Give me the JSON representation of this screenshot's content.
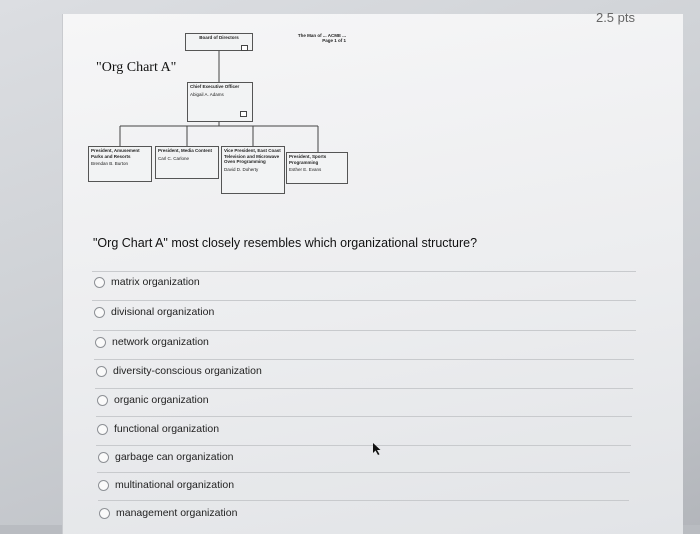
{
  "points": "2.5 pts",
  "chart_title": "\"Org Chart A\"",
  "org_chart": {
    "board": "Board of Directors",
    "corner_note": "The Man of ... ACME ... Page 1 of 1",
    "ceo": {
      "role": "Chief Executive Officer",
      "name": "Abigail A. Adams"
    },
    "divisions": [
      {
        "role": "President, Amusement Parks and Resorts",
        "name": "Brendan B. Burton"
      },
      {
        "role": "President, Media Content",
        "name": "Carl C. Carlone"
      },
      {
        "role": "Vice President, East Coast Television and Microwave Oven Programming",
        "name": "David D. Doherty"
      },
      {
        "role": "President, Sports Programming",
        "name": "Esther E. Evans"
      }
    ]
  },
  "question": "\"Org Chart A\" most closely resembles which organizational structure?",
  "options": [
    "matrix organization",
    "divisional organization",
    "network organization",
    "diversity-conscious organization",
    "organic organization",
    "functional organization",
    "garbage can organization",
    "multinational organization",
    "management organization"
  ],
  "icons": {
    "radio": "radio-circle",
    "cursor": "arrow-cursor"
  }
}
